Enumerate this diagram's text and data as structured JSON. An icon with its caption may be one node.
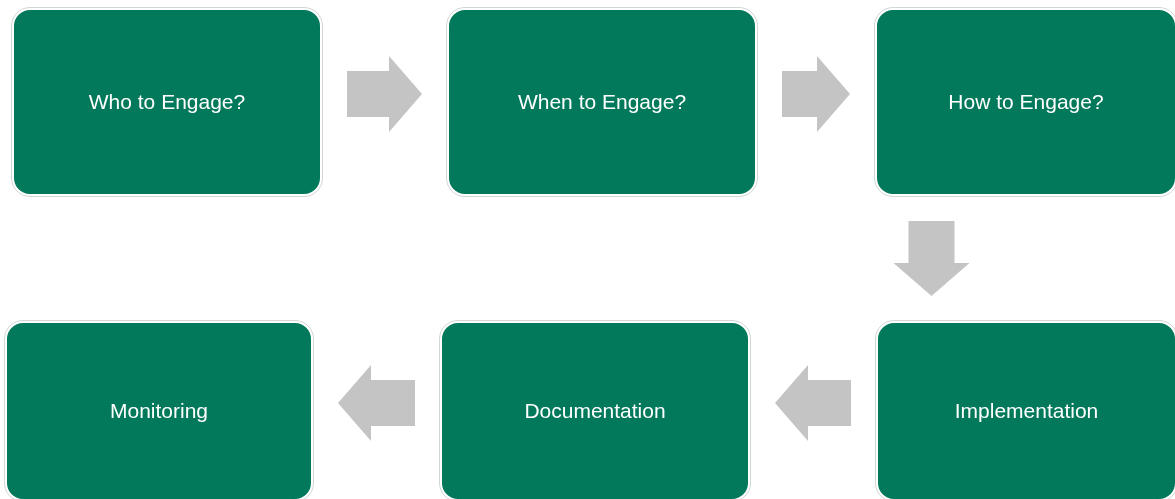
{
  "diagram": {
    "nodes": [
      {
        "text": [
          "Who to Engage?"
        ]
      },
      {
        "text": [
          "When to Engage?"
        ]
      },
      {
        "text": [
          "How to Engage?"
        ]
      },
      {
        "text": [
          "Implementation"
        ]
      },
      {
        "text": [
          "Documentation"
        ]
      },
      {
        "text": [
          "Monitoring"
        ]
      }
    ],
    "edges": [
      {
        "from": 0,
        "to": 1,
        "arrow": "to"
      },
      {
        "from": 1,
        "to": 2,
        "arrow": "to"
      },
      {
        "from": 2,
        "to": 3,
        "arrow": "to"
      },
      {
        "from": 3,
        "to": 4,
        "arrow": "to"
      },
      {
        "from": 4,
        "to": 5,
        "arrow": "to"
      }
    ]
  }
}
